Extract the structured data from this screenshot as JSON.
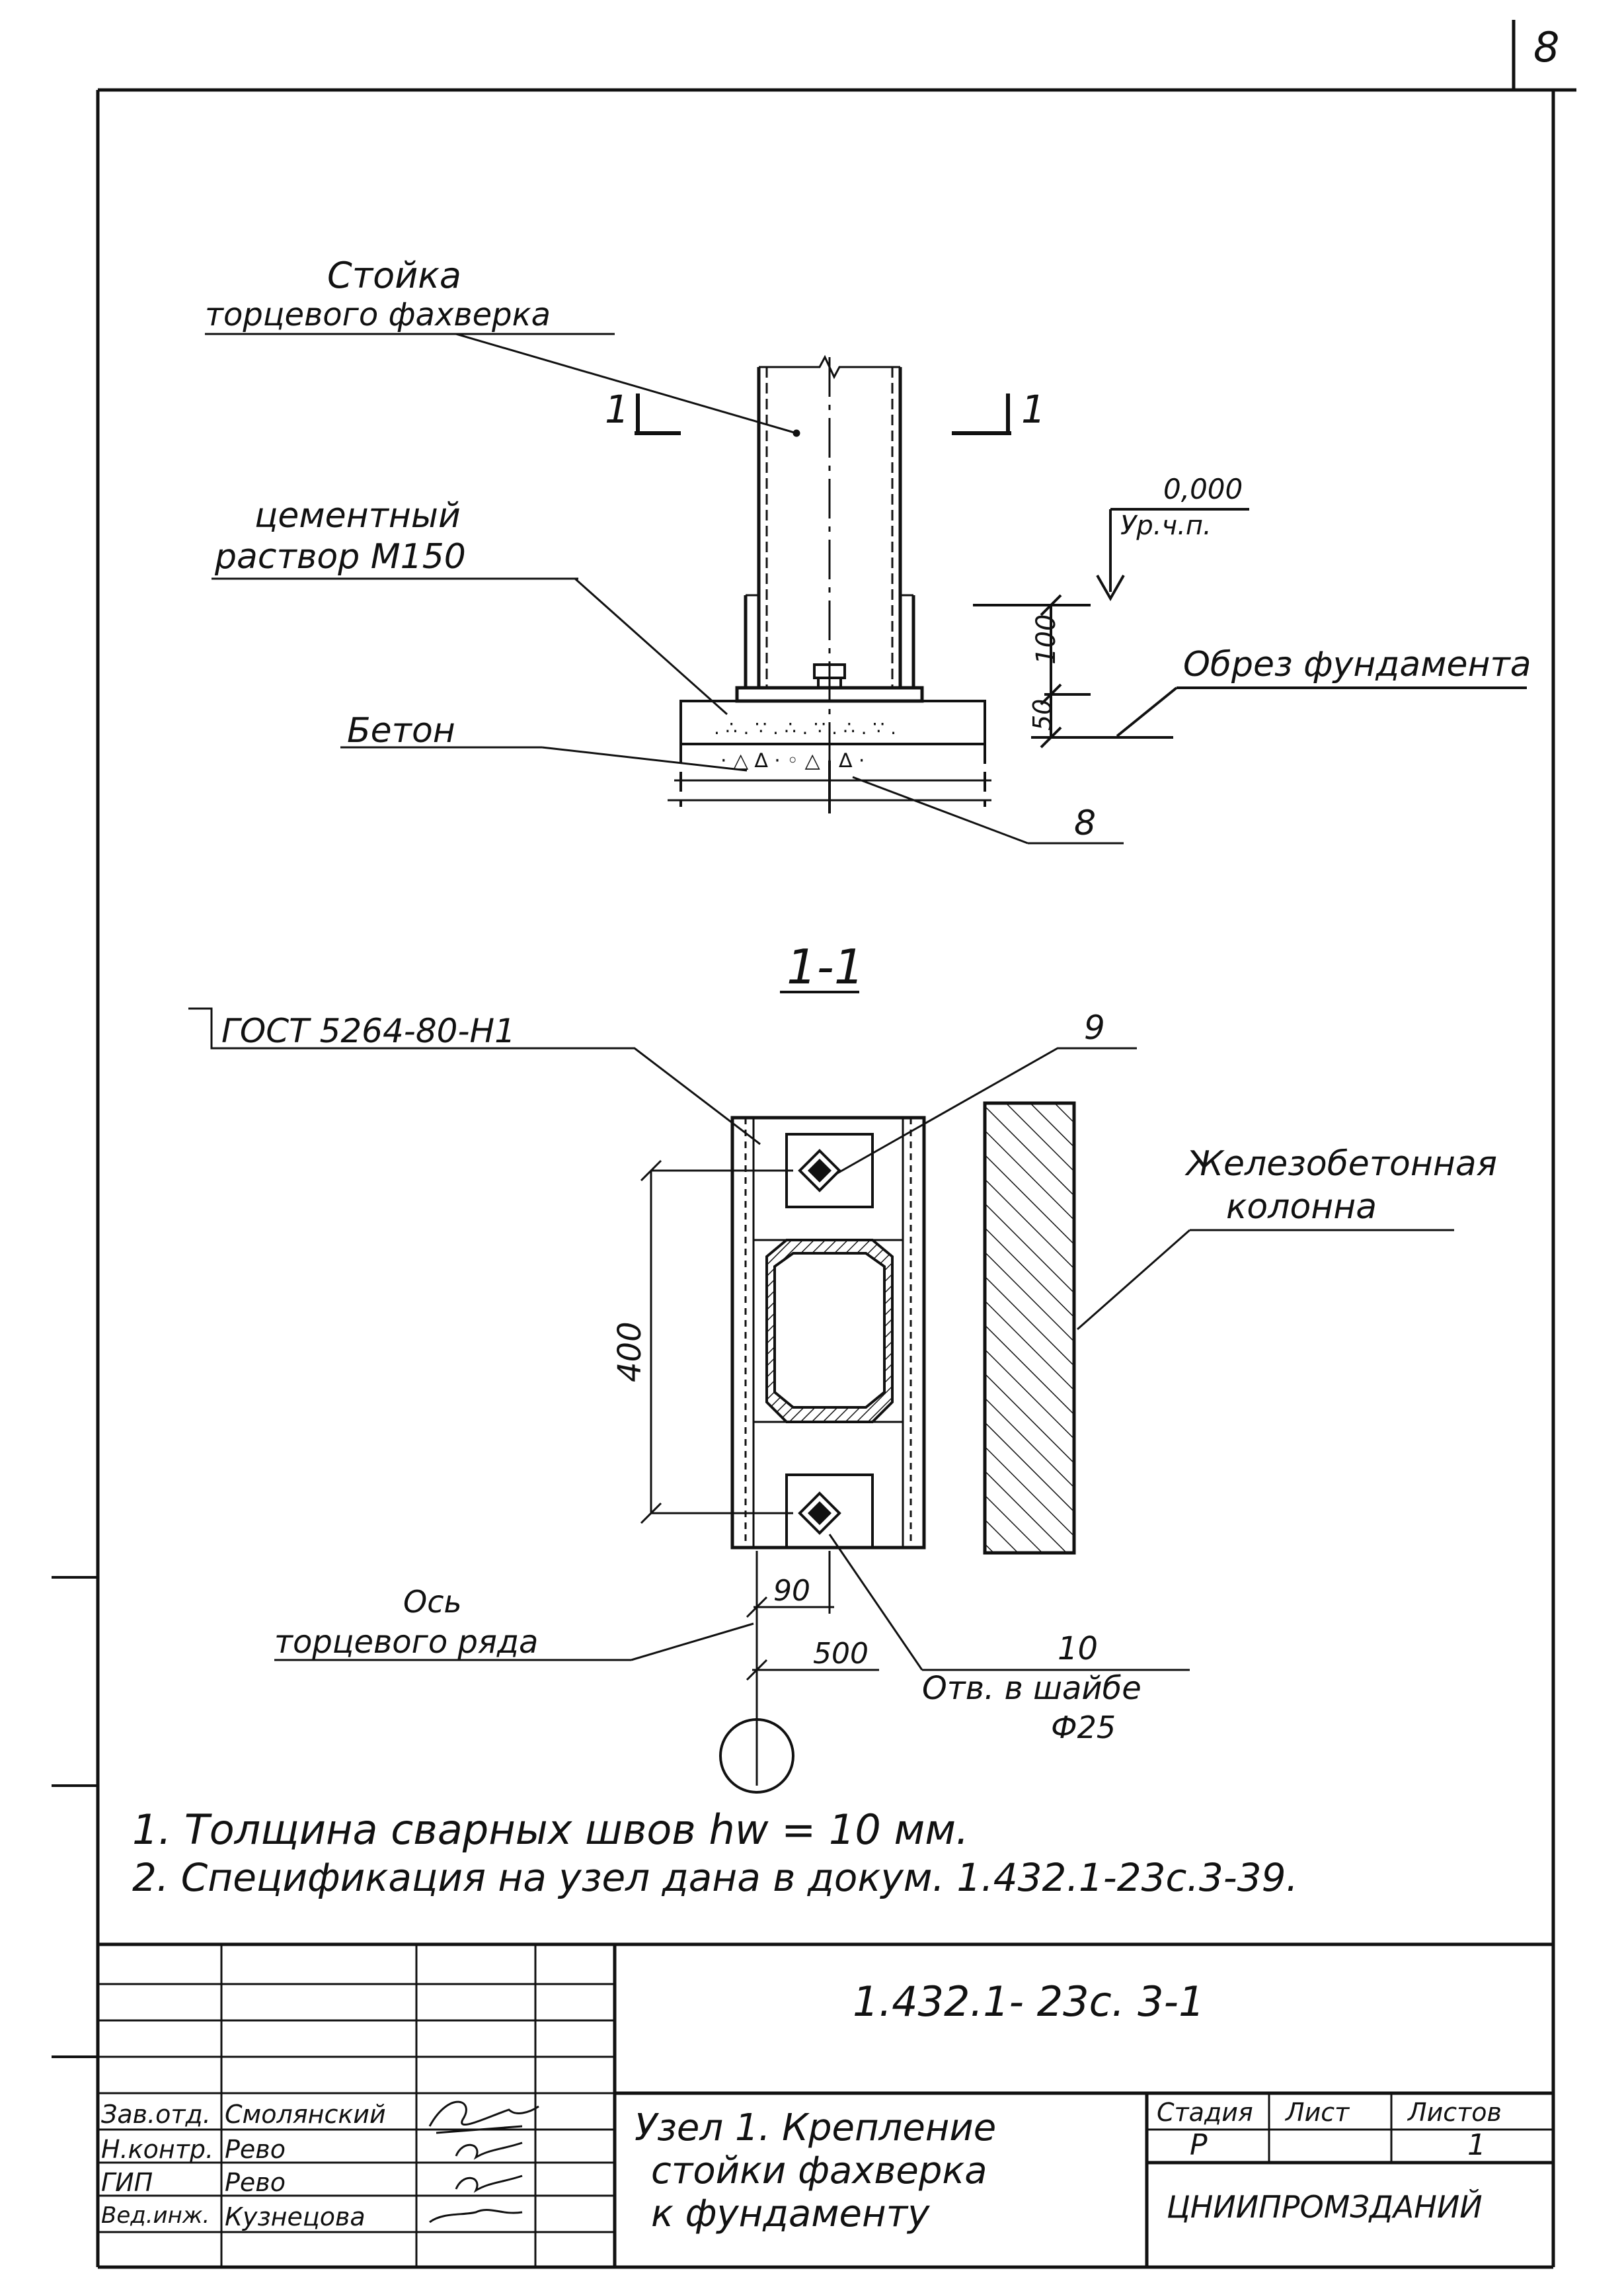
{
  "sheet": {
    "page_number": "8"
  },
  "elevation": {
    "column_label_1": "Стойка",
    "column_label_2": "торцевого фахверка",
    "section_mark": "1",
    "mortar_label_1": "цементный",
    "mortar_label_2": "раствор М150",
    "level_value": "0,000",
    "level_note": "Ур.ч.п.",
    "dim_100": "100",
    "dim_50": "50",
    "foundation_edge_label": "Обрез фундамента",
    "concrete_label": "Бетон",
    "callout_8": "8"
  },
  "section": {
    "title": "1-1",
    "weld_spec": "ГОСТ 5264-80-Н1",
    "callout_9": "9",
    "dim_400": "400",
    "rc_column_label_1": "Железобетонная",
    "rc_column_label_2": "колонна",
    "axis_label_1": "Ось",
    "axis_label_2": "торцевого ряда",
    "dim_90": "90",
    "dim_500": "500",
    "callout_10": "10",
    "hole_label_1": "Отв. в шайбе",
    "hole_label_2": "Ф25"
  },
  "notes": [
    "1. Толщина сварных швов hw = 10 мм.",
    "2. Спецификация на узел дана в докум. 1.432.1-23с.3-39."
  ],
  "title_block": {
    "doc_code": "1.432.1- 23с. 3-1",
    "title_1": "Узел 1. Крепление",
    "title_2": "стойки фахверка",
    "title_3": "к фундаменту",
    "stage_header": "Стадия",
    "sheet_header": "Лист",
    "sheets_header": "Листов",
    "stage_value": "Р",
    "sheets_value": "1",
    "organization": "ЦНИИПРОМЗДАНИЙ",
    "roles": [
      {
        "role": "Зав.отд.",
        "name": "Смолянский"
      },
      {
        "role": "Н.контр.",
        "name": "Рево"
      },
      {
        "role": "ГИП",
        "name": "Рево"
      },
      {
        "role": "Вед.инж.",
        "name": "Кузнецова"
      }
    ]
  }
}
